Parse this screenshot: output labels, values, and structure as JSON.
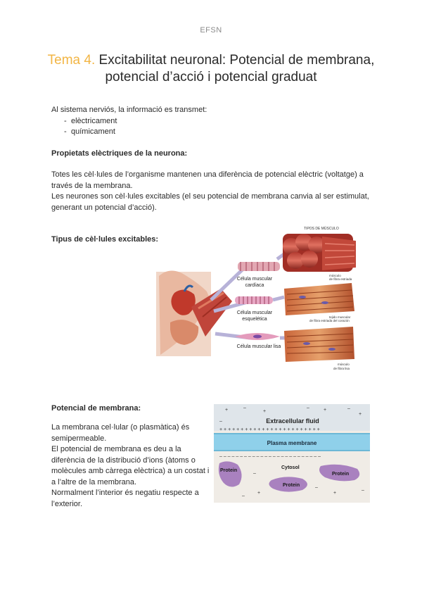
{
  "header": {
    "text": "EFSN"
  },
  "title": {
    "accent": "Tema 4.",
    "line1": "Excitabilitat neuronal: Potencial de membrana,",
    "line2": "potencial d’acció i potencial graduat"
  },
  "intro": {
    "text": "Al sistema nerviós, la informació es transmet:",
    "bullets": [
      "elèctricament",
      "químicament"
    ]
  },
  "section_props": {
    "heading": "Propietats elèctriques de la neurona:",
    "p1_l1": "Totes les cèl·lules de l’organisme mantenen una diferència de potencial elèctric (voltatge) a",
    "p1_l2": "través de la membrana.",
    "p2_l1": "Les neurones son cèl·lules excitables (el seu potencial de membrana canvia al ser estimulat,",
    "p2_l2": "generant un potencial d’acció)."
  },
  "section_types": {
    "heading": "Tipus de cèl·lules excitables:"
  },
  "muscle_figure": {
    "top_label": "TIPOS DE MÚSCULO",
    "label_cardiac_1": "Célula muscular",
    "label_cardiac_2": "cardíaca",
    "label_skeletal_1": "Célula muscular",
    "label_skeletal_2": "esquelética",
    "label_smooth": "Célula muscular lisa",
    "side_top_1": "músculo",
    "side_top_2": "de fibra estriada",
    "side_mid_1": "tejido muscular",
    "side_mid_2": "de fibra estriada del corazón",
    "side_bot_1": "músculo",
    "side_bot_2": "de fibra lisa"
  },
  "section_membrane": {
    "heading": "Potencial de membrana:",
    "lines": [
      "La membrana cel·lular (o plasmàtica) és",
      "semipermeable.",
      "El potencial de membrana es deu a la",
      "diferència de la distribució d’ions (àtoms o",
      "molècules amb càrrega elèctrica) a un costat i",
      "a l’altre de la membrana.",
      "Normalment l’interior és negatiu respecte a",
      "l’exterior."
    ]
  },
  "membrane_figure": {
    "extracellular": "Extracellular fluid",
    "membrane": "Plasma membrane",
    "cytosol": "Cytosol",
    "protein1": "Protein",
    "protein2": "Protein",
    "protein3": "Protein"
  },
  "colors": {
    "accent": "#f2b544",
    "membrane_blue": "#8fd0ea",
    "protein_purple": "#a981bf"
  }
}
